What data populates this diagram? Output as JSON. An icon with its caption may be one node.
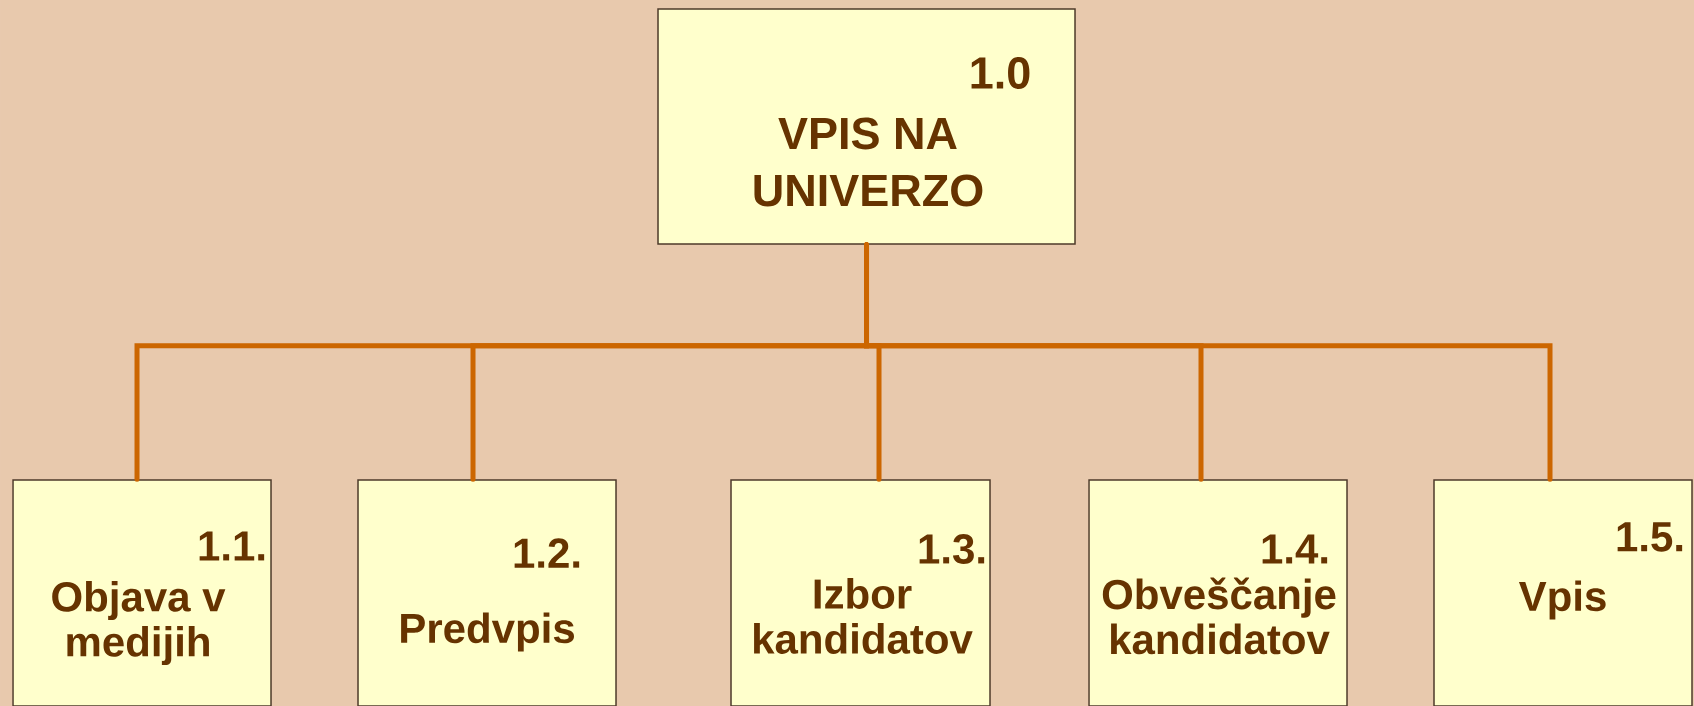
{
  "diagram": {
    "nodes": [
      {
        "text": [
          "1.0",
          "VPIS NA UNIVERZO"
        ]
      },
      {
        "text": [
          "1.1.",
          "Objava v medijih"
        ]
      },
      {
        "text": [
          "1.2.",
          "Predvpis"
        ]
      },
      {
        "text": [
          "1.3.",
          "Izbor kandidatov"
        ]
      },
      {
        "text": [
          "1.4.",
          "Obveščanje kandidatov"
        ]
      },
      {
        "text": [
          "1.5.",
          "Vpis"
        ]
      }
    ],
    "edges": [
      {
        "from": 0,
        "to": 1,
        "arrow": "none"
      },
      {
        "from": 0,
        "to": 2,
        "arrow": "none"
      },
      {
        "from": 0,
        "to": 3,
        "arrow": "none"
      },
      {
        "from": 0,
        "to": 4,
        "arrow": "none"
      },
      {
        "from": 0,
        "to": 5,
        "arrow": "none"
      }
    ]
  }
}
